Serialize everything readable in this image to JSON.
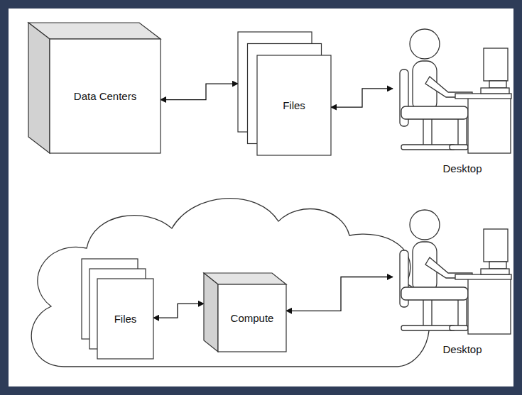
{
  "diagram": {
    "nodes": [
      {
        "text": [
          "Data Centers"
        ]
      },
      {
        "text": [
          "Files"
        ]
      },
      {
        "text": [
          "Desktop"
        ]
      },
      {
        "text": [
          "Files"
        ]
      },
      {
        "text": [
          "Compute"
        ]
      },
      {
        "text": [
          "Desktop"
        ]
      }
    ],
    "edges": [
      {
        "from": 0,
        "to": 1,
        "arrow": "both"
      },
      {
        "from": 1,
        "to": 2,
        "arrow": "both"
      },
      {
        "from": 3,
        "to": 4,
        "arrow": "both"
      },
      {
        "from": 4,
        "to": 5,
        "arrow": "both"
      }
    ]
  }
}
